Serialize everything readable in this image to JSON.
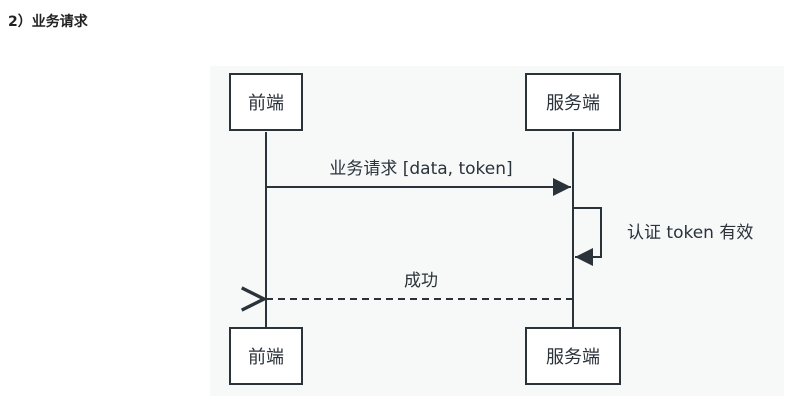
{
  "heading": "2）业务请求",
  "diagram": {
    "participants": {
      "client": "前端",
      "server": "服务端"
    },
    "messages": {
      "request": "业务请求 [data, token]",
      "self_check": "认证 token 有效",
      "response": "成功"
    }
  }
}
